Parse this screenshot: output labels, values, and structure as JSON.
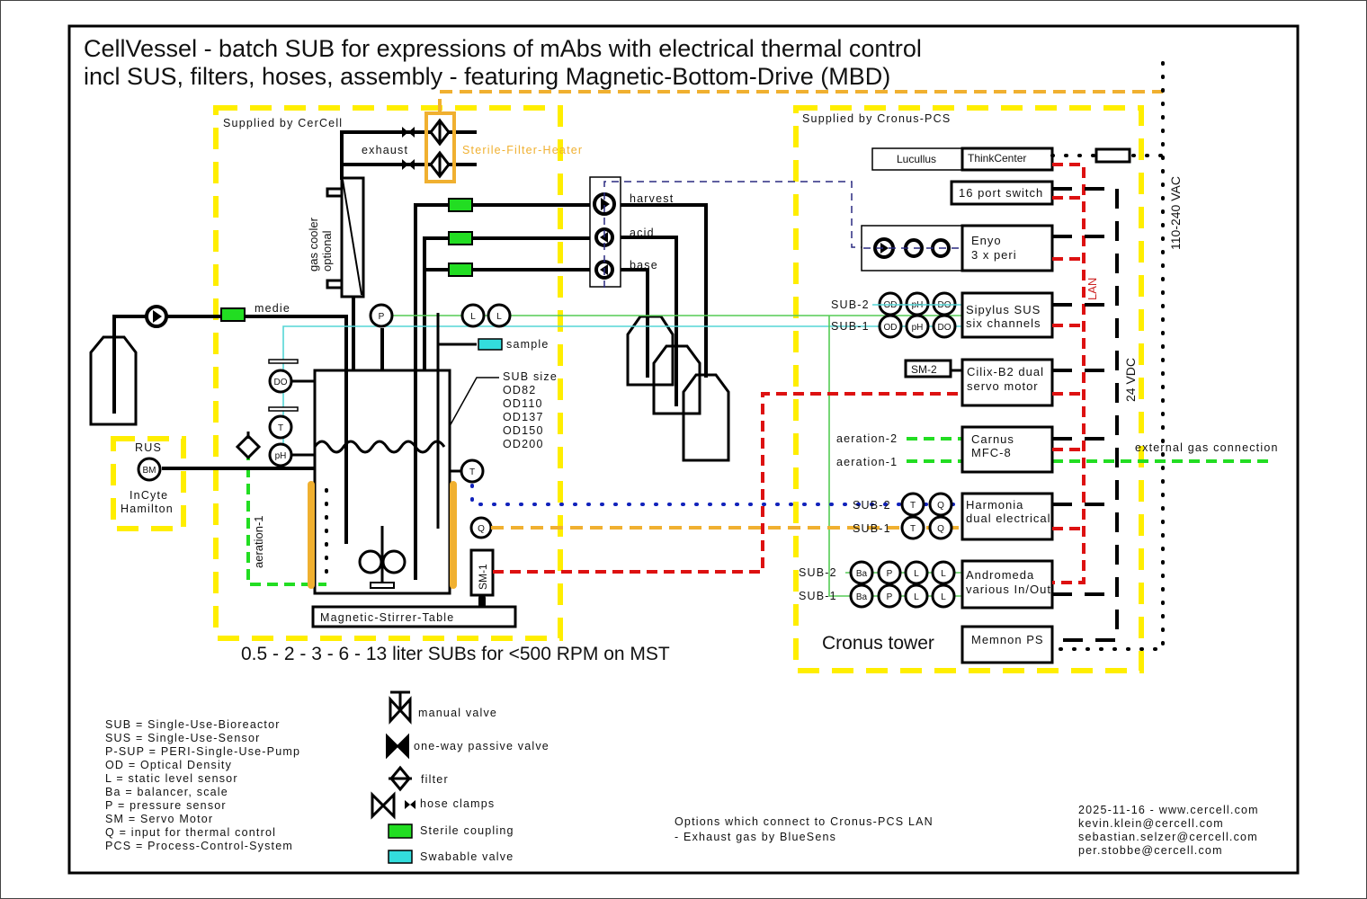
{
  "title": {
    "line1": "CellVessel - batch SUB for expressions of mAbs with electrical thermal control",
    "line2": "incl SUS, filters, hoses, assembly - featuring Magnetic-Bottom-Drive (MBD)"
  },
  "cercell_zone": {
    "label": "Supplied by CerCell",
    "exhaust": "exhaust",
    "sterile_filter_heater": "Sterile-Filter-Heater",
    "gas_cooler_line1": "gas cooler",
    "gas_cooler_line2": "optional",
    "lines": {
      "harvest": "harvest",
      "acid": "acid",
      "base": "base",
      "medie": "medie",
      "sample": "sample",
      "aeration1": "aeration-1"
    },
    "sub_size": {
      "label": "SUB size",
      "sizes": [
        "OD82",
        "OD110",
        "OD137",
        "OD150",
        "OD200"
      ]
    },
    "sensors": {
      "pressure": "P",
      "level": "L",
      "do": "DO",
      "temp": "T",
      "ph": "pH",
      "q": "Q",
      "bm": "BM",
      "sm1": "SM-1"
    },
    "stirrer_table": "Magnetic-Stirrer-Table",
    "caption": "0.5 - 2 - 3 - 6 - 13 liter SUBs for <500 RPM on MST"
  },
  "rus_zone": {
    "label": "RUS",
    "line1": "InCyte",
    "line2": "Hamilton"
  },
  "cronus_zone": {
    "label": "Supplied by Cronus-PCS",
    "tower_label": "Cronus tower",
    "lucullus": "Lucullus",
    "modules": [
      {
        "name": "ThinkCenter",
        "line2": ""
      },
      {
        "name": "16 port switch",
        "line2": ""
      },
      {
        "name": "Enyo",
        "line2": "3 x peri"
      },
      {
        "name": "Sipylus SUS",
        "line2": "six channels"
      },
      {
        "name": "Cilix-B2 dual",
        "line2": "servo motor"
      },
      {
        "name": "Carnus",
        "line2": "MFC-8"
      },
      {
        "name": "Harmonia",
        "line2": "dual electrical"
      },
      {
        "name": "Andromeda",
        "line2": "various In/Out"
      },
      {
        "name": "Memnon PS",
        "line2": ""
      }
    ],
    "sub2": "SUB-2",
    "sub1": "SUB-1",
    "sm2": "SM-2",
    "aeration2": "aeration-2",
    "aeration1": "aeration-1",
    "sipylus_sensors": [
      "OD",
      "pH",
      "DO"
    ],
    "harmonia_sensors": [
      "T",
      "Q"
    ],
    "andromeda_sensors": [
      "Ba",
      "P",
      "L",
      "L"
    ],
    "lan": "LAN",
    "vdc": "24 VDC",
    "vac": "110-240 VAC",
    "external_gas": "external gas connection"
  },
  "abbreviations": [
    "SUB = Single-Use-Bioreactor",
    "SUS = Single-Use-Sensor",
    "P-SUP = PERI-Single-Use-Pump",
    "OD = Optical Density",
    "L = static level sensor",
    "Ba = balancer, scale",
    "P = pressure sensor",
    "SM = Servo Motor",
    "Q = input for thermal control",
    "PCS = Process-Control-System"
  ],
  "legend": {
    "manual_valve": "manual valve",
    "oneway_valve": "one-way passive valve",
    "filter": "filter",
    "hose_clamps": "hose clamps",
    "sterile_coupling": "Sterile coupling",
    "swabable_valve": "Swabable valve"
  },
  "options": {
    "line1": "Options which connect to Cronus-PCS LAN",
    "line2": "- Exhaust gas by BlueSens"
  },
  "contact": [
    "2025-11-16 - www.cercell.com",
    "kevin.klein@cercell.com",
    "sebastian.selzer@cercell.com",
    "per.stobbe@cercell.com"
  ],
  "colors": {
    "zone_border": "#ffee00",
    "lan": "#dd1111",
    "gas": "#22dd22",
    "heater": "#f0b030",
    "sterile_coupling": "#22dd22",
    "swabable_valve": "#33dddd"
  }
}
